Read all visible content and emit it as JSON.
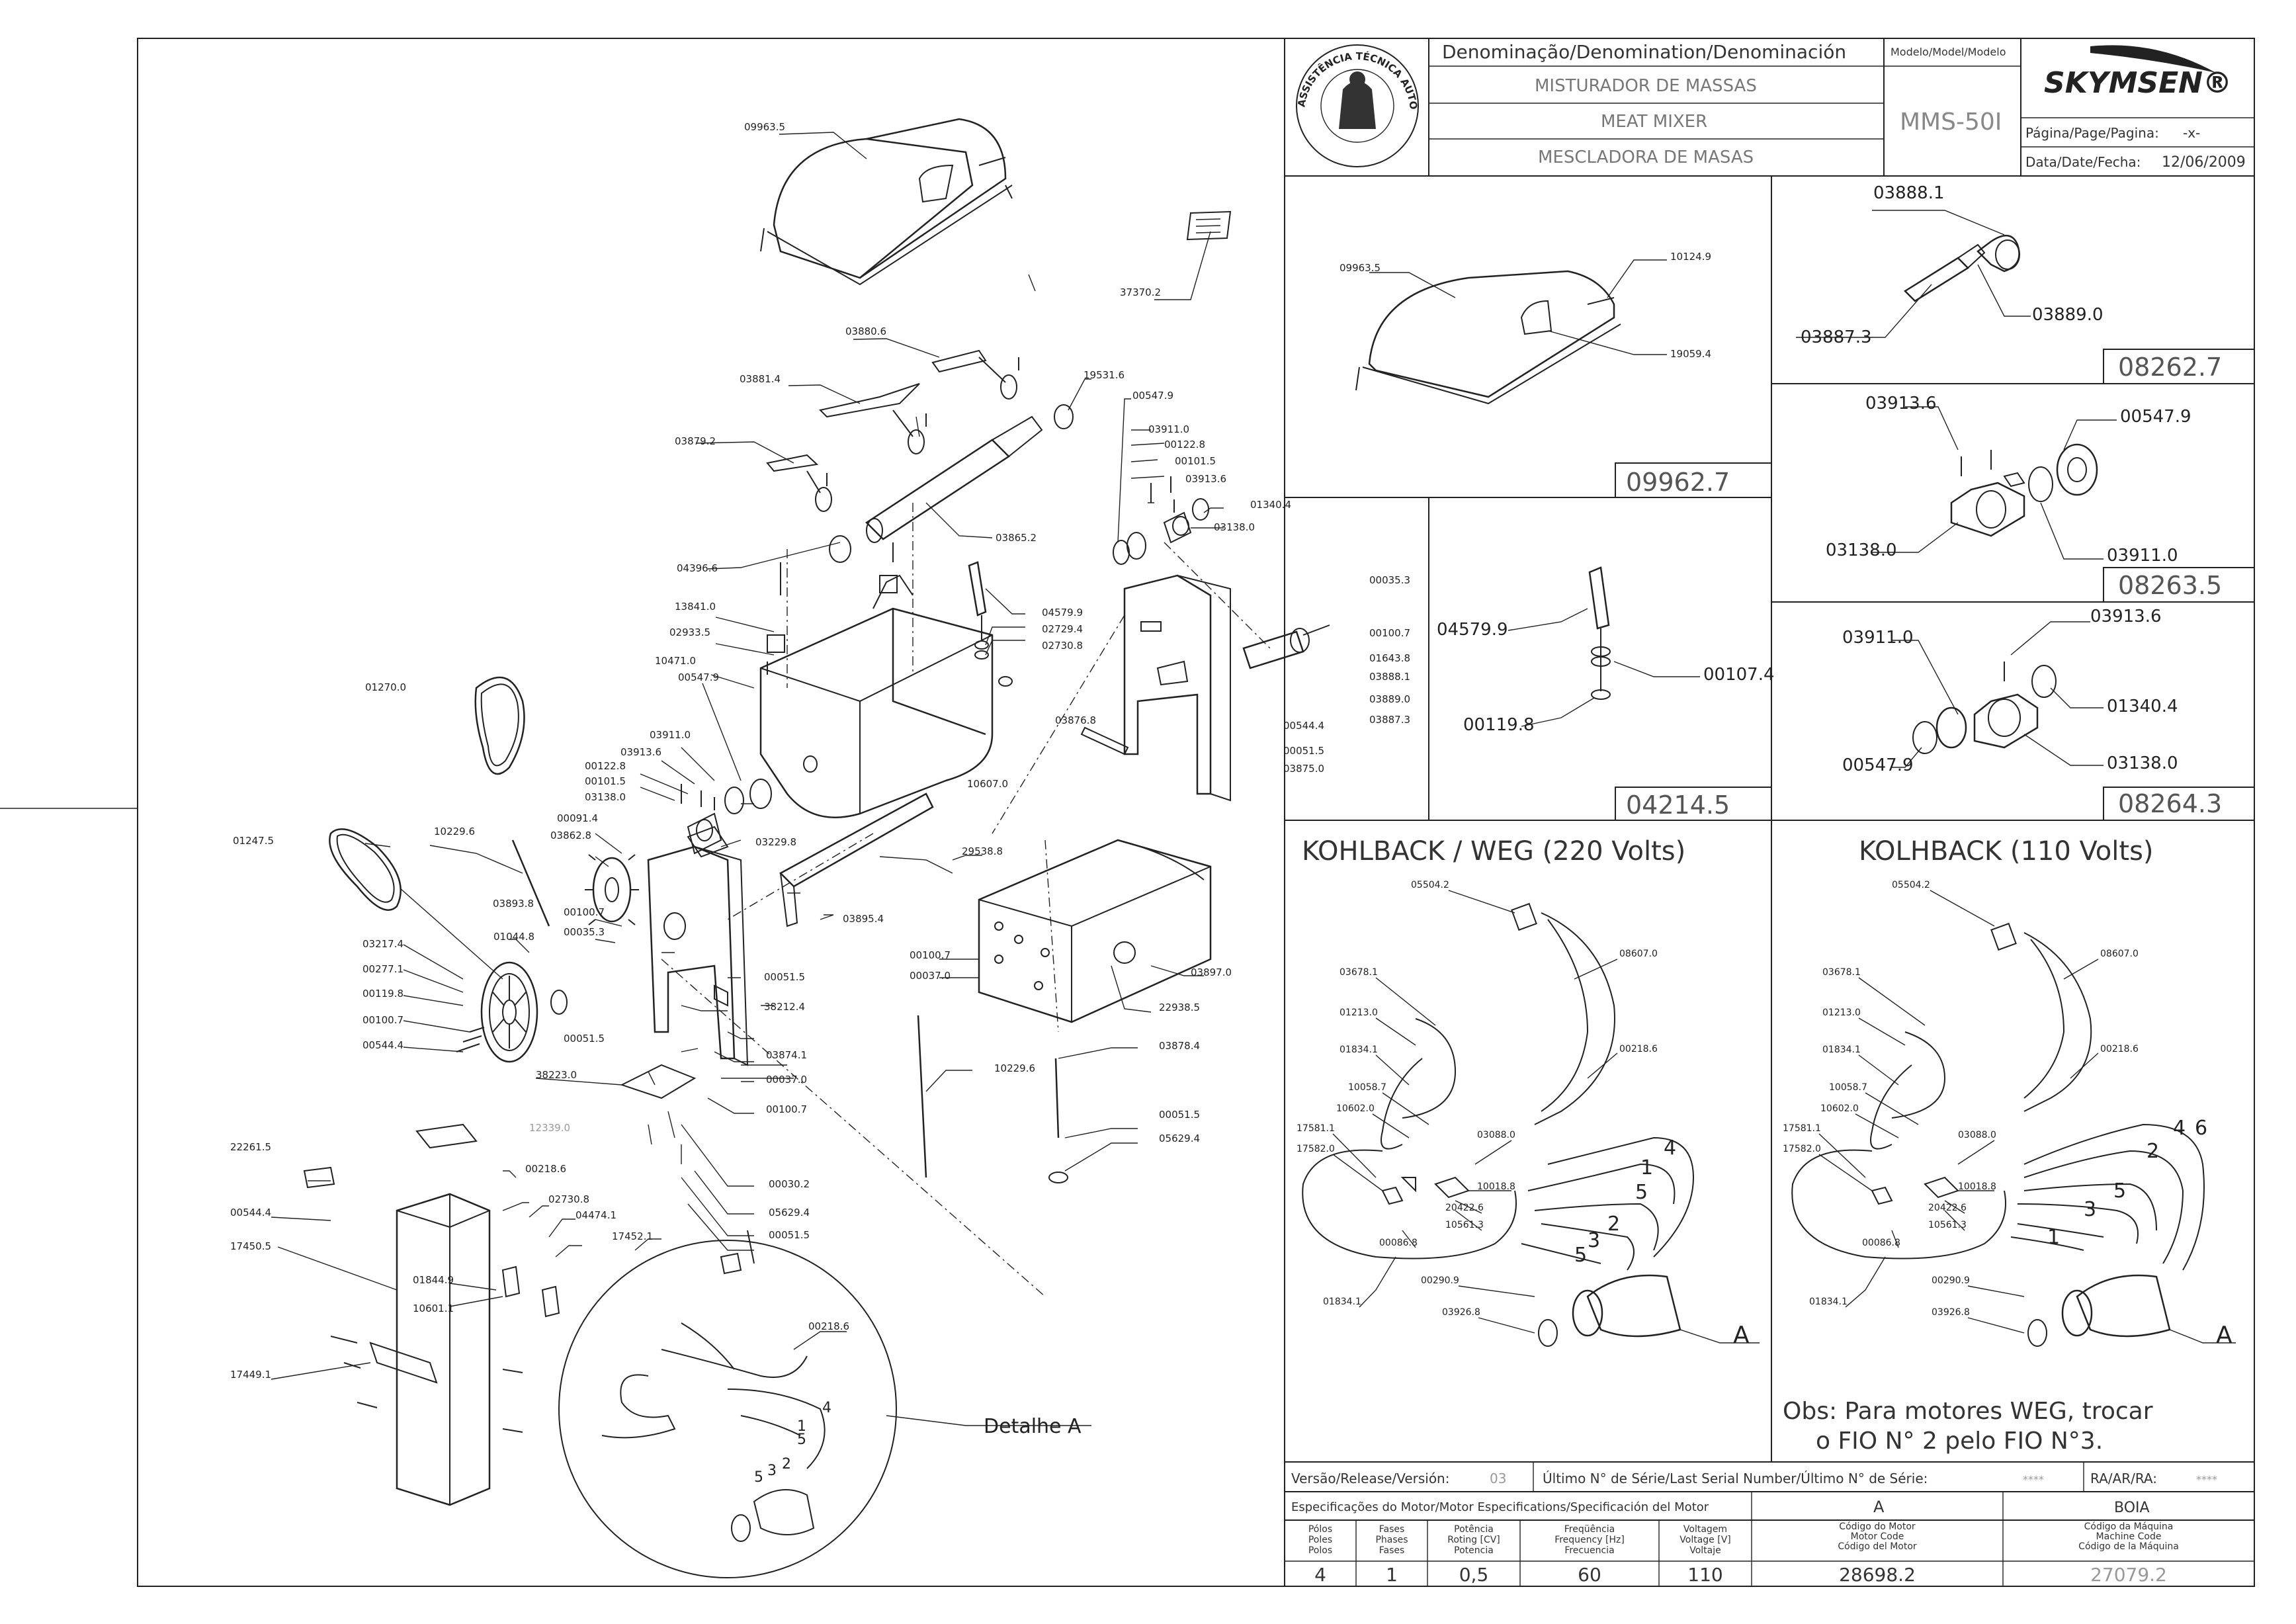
{
  "title_block": {
    "denomination_header": "Denominação/Denomination/Denominación",
    "name_pt": "MISTURADOR DE MASSAS",
    "name_en": "MEAT MIXER",
    "name_es": "MESCLADORA DE MASAS",
    "model_header": "Modelo/Model/Modelo",
    "model": "MMS-50I",
    "brand": "SKYMSEN®",
    "page_label": "Página/Page/Pagina:",
    "page_value": "-x-",
    "date_label": "Data/Date/Fecha:",
    "date_value": "12/06/2009",
    "seal_text": "ASSISTÊNCIA TÉCNICA AUTORIZADA"
  },
  "main_parts": [
    "09963.5",
    "37370.2",
    "03880.6",
    "19531.6",
    "03881.4",
    "00547.9",
    "03911.0",
    "00122.8",
    "03879.2",
    "00101.5",
    "03913.6",
    "01340.4",
    "03138.0",
    "04396.6",
    "03865.2",
    "13841.0",
    "04579.9",
    "02729.4",
    "02933.5",
    "02730.8",
    "00035.3",
    "00100.7",
    "01643.8",
    "10471.0",
    "03888.1",
    "03889.0",
    "01270.0",
    "00544.4",
    "03887.3",
    "00051.5",
    "10607.0",
    "03875.0",
    "00547.9",
    "03911.0",
    "03913.6",
    "00122.8",
    "00101.5",
    "03138.0",
    "00091.4",
    "03862.8",
    "03229.8",
    "03876.8",
    "10229.6",
    "01247.5",
    "03893.8",
    "00100.7",
    "00035.3",
    "01044.8",
    "03895.4",
    "29538.8",
    "03217.4",
    "00277.1",
    "00119.8",
    "00100.7",
    "00544.4",
    "00051.5",
    "00100.7",
    "00037.0",
    "03897.0",
    "22938.5",
    "00051.5",
    "38212.4",
    "03874.1",
    "00037.0",
    "38223.0",
    "00100.7",
    "10229.6",
    "03878.4",
    "12339.0",
    "00051.5",
    "05629.4",
    "22261.5",
    "00218.6",
    "02730.8",
    "04474.1",
    "00030.2",
    "05629.4",
    "00544.4",
    "00051.5",
    "17452.1",
    "17450.5",
    "01844.9",
    "10601.1",
    "00218.6",
    "17449.1"
  ],
  "detail_a_label": "Detalhe A",
  "detail_a_wire_numbers": [
    "4",
    "1",
    "5",
    "2",
    "5",
    "3"
  ],
  "panel_09962": {
    "assembly": "09962.7",
    "labels": [
      "09963.5",
      "10124.9",
      "19059.4"
    ]
  },
  "panel_08262": {
    "assembly": "08262.7",
    "labels": [
      "03888.1",
      "03889.0",
      "03887.3"
    ]
  },
  "panel_08263": {
    "assembly": "08263.5",
    "labels": [
      "03913.6",
      "00547.9",
      "03138.0",
      "03911.0"
    ]
  },
  "panel_04214": {
    "assembly": "04214.5",
    "labels": [
      "04579.9",
      "00107.4",
      "00119.8"
    ]
  },
  "panel_08264": {
    "assembly": "08264.3",
    "labels": [
      "03911.0",
      "03913.6",
      "01340.4",
      "00547.9",
      "03138.0"
    ]
  },
  "wiring_left": {
    "title": "KOHLBACK / WEG (220 Volts)",
    "labels": [
      "05504.2",
      "08607.0",
      "03678.1",
      "01213.0",
      "00218.6",
      "01834.1",
      "10058.7",
      "10602.0",
      "03088.0",
      "17581.1",
      "10018.8",
      "17582.0",
      "20422.6",
      "10561.3",
      "00086.8",
      "01834.1",
      "00290.9",
      "03926.8"
    ],
    "wire_numbers": [
      "4",
      "1",
      "5",
      "2",
      "5",
      "3"
    ],
    "motor_letter": "A"
  },
  "wiring_right": {
    "title": "KOLHBACK (110 Volts)",
    "labels": [
      "05504.2",
      "08607.0",
      "03678.1",
      "01213.0",
      "00218.6",
      "01834.1",
      "10058.7",
      "10602.0",
      "03088.0",
      "17581.1",
      "10018.8",
      "17582.0",
      "20422.6",
      "10561.3",
      "00086.8",
      "01834.1",
      "00290.9",
      "03926.8"
    ],
    "wire_numbers": [
      "4",
      "6",
      "2",
      "5",
      "3",
      "1"
    ],
    "motor_letter": "A",
    "note_line1": "Obs: Para motores WEG, trocar",
    "note_line2": "o FIO N° 2 pelo FIO N°3."
  },
  "footer": {
    "version_label": "Versão/Release/Versión:",
    "version_value": "03",
    "serial_label": "Último N° de Série/Last Serial Number/Último N° de Série:",
    "serial_value": "****",
    "ra_label": "RA/AR/RA:",
    "ra_value": "****",
    "motor_spec_label": "Especificações do Motor/Motor Especifications/Specificación del Motor",
    "motor_letter": "A",
    "mixer_label": "BOIA",
    "columns": [
      {
        "pt": "Pólos",
        "en": "Poles",
        "es": "Polos",
        "value": "4"
      },
      {
        "pt": "Fases",
        "en": "Phases",
        "es": "Fases",
        "value": "1"
      },
      {
        "pt": "Potência",
        "en": "Roting [CV]",
        "es": "Potencia",
        "value": "0,5"
      },
      {
        "pt": "Freqüência",
        "en": "Frequency [Hz]",
        "es": "Frecuencia",
        "value": "60"
      },
      {
        "pt": "Voltagem",
        "en": "Voltage [V]",
        "es": "Voltaje",
        "value": "110"
      }
    ],
    "motor_code_pt": "Código do Motor",
    "motor_code_en": "Motor Code",
    "motor_code_es": "Código del Motor",
    "motor_code_value": "28698.2",
    "machine_code_pt": "Código da Máquina",
    "machine_code_en": "Machine Code",
    "machine_code_es": "Código de la Máquina",
    "machine_code_value": "27079.2"
  },
  "colors": {
    "ink": "#222222",
    "faded": "#999999",
    "paper": "#ffffff"
  }
}
